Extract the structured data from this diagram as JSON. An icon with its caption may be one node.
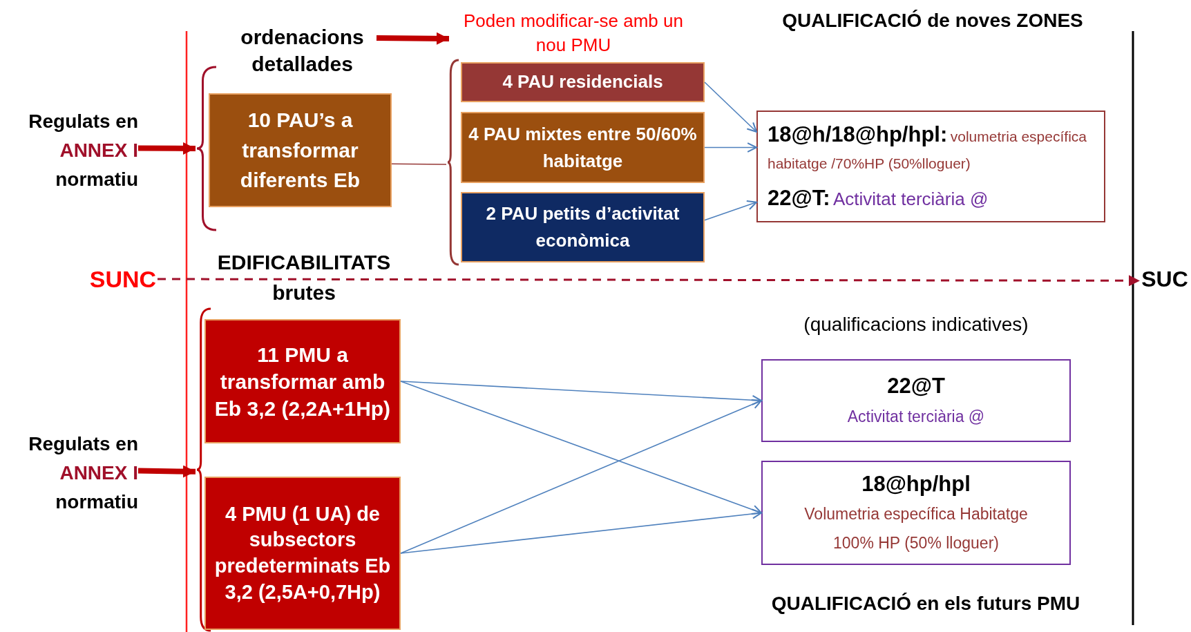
{
  "diagram": {
    "nodes": [
      {
        "text": [
          "ordenacions detallades"
        ]
      },
      {
        "text": [
          "Poden modificar-se amb un nou PMU"
        ]
      },
      {
        "text": [
          "Regulats en",
          "ANNEX I",
          "normatiu"
        ]
      },
      {
        "text": [],
        "shape": "bracket"
      },
      {
        "text": [
          "10 PAU’s a transformar diferents Eb"
        ]
      },
      {
        "text": [],
        "shape": "bracket"
      },
      {
        "text": [
          "4 PAU residencials"
        ]
      },
      {
        "text": [
          "4 PAU mixtes entre 50/60% habitatge"
        ]
      },
      {
        "text": [
          "2 PAU petits d’activitat econòmica"
        ]
      },
      {
        "text": [
          "18@h/18@hp/hpl:",
          "volumetria específica habitatge /70%HP (50%lloguer)",
          "22@T:",
          "Activitat terciària @"
        ]
      },
      {
        "text": [
          "SUNC"
        ]
      },
      {
        "text": [
          "SUC"
        ]
      },
      {
        "text": [
          "Regulats en",
          "ANNEX I",
          "normatiu"
        ]
      },
      {
        "text": [],
        "shape": "bracket"
      },
      {
        "text": [
          "11 PMU a transformar amb Eb 3,2 (2,2A+1Hp)"
        ]
      },
      {
        "text": [
          "4 PMU (1 UA) de subsectors predeterminats Eb 3,2 (2,5A+0,7Hp)"
        ]
      },
      {
        "text": [
          "22@T",
          "Activitat terciària @"
        ]
      },
      {
        "text": [
          "18@hp/hpl",
          "Volumetria específica Habitatge 100% HP (50% lloguer)"
        ]
      }
    ],
    "edges": [
      {
        "from": 0,
        "to": 1,
        "arrow": "to",
        "style": "thick",
        "color": "#c00000"
      },
      {
        "from": 2,
        "to": 3,
        "arrow": "to",
        "style": "thick",
        "color": "#c00000"
      },
      {
        "from": 4,
        "to": 5,
        "arrow": "none",
        "color": "#953735"
      },
      {
        "from": 6,
        "to": 9,
        "arrow": "to"
      },
      {
        "from": 7,
        "to": 9,
        "arrow": "to"
      },
      {
        "from": 8,
        "to": 9,
        "arrow": "to"
      },
      {
        "from": 10,
        "to": 11,
        "arrow": "to",
        "style": "dashed",
        "color": "#a0102a"
      },
      {
        "from": 12,
        "to": 13,
        "arrow": "to",
        "style": "thick",
        "color": "#c00000"
      },
      {
        "from": 14,
        "to": 16,
        "arrow": "to"
      },
      {
        "from": 14,
        "to": 17,
        "arrow": "to"
      },
      {
        "from": 15,
        "to": 16,
        "arrow": "to"
      },
      {
        "from": 15,
        "to": 17,
        "arrow": "to"
      }
    ],
    "labels": [
      "QUALIFICACIÓ de noves ZONES",
      "EDIFICABILITATS brutes",
      "(qualificacions indicatives)",
      "QUALIFICACIÓ en els futurs PMU"
    ]
  }
}
